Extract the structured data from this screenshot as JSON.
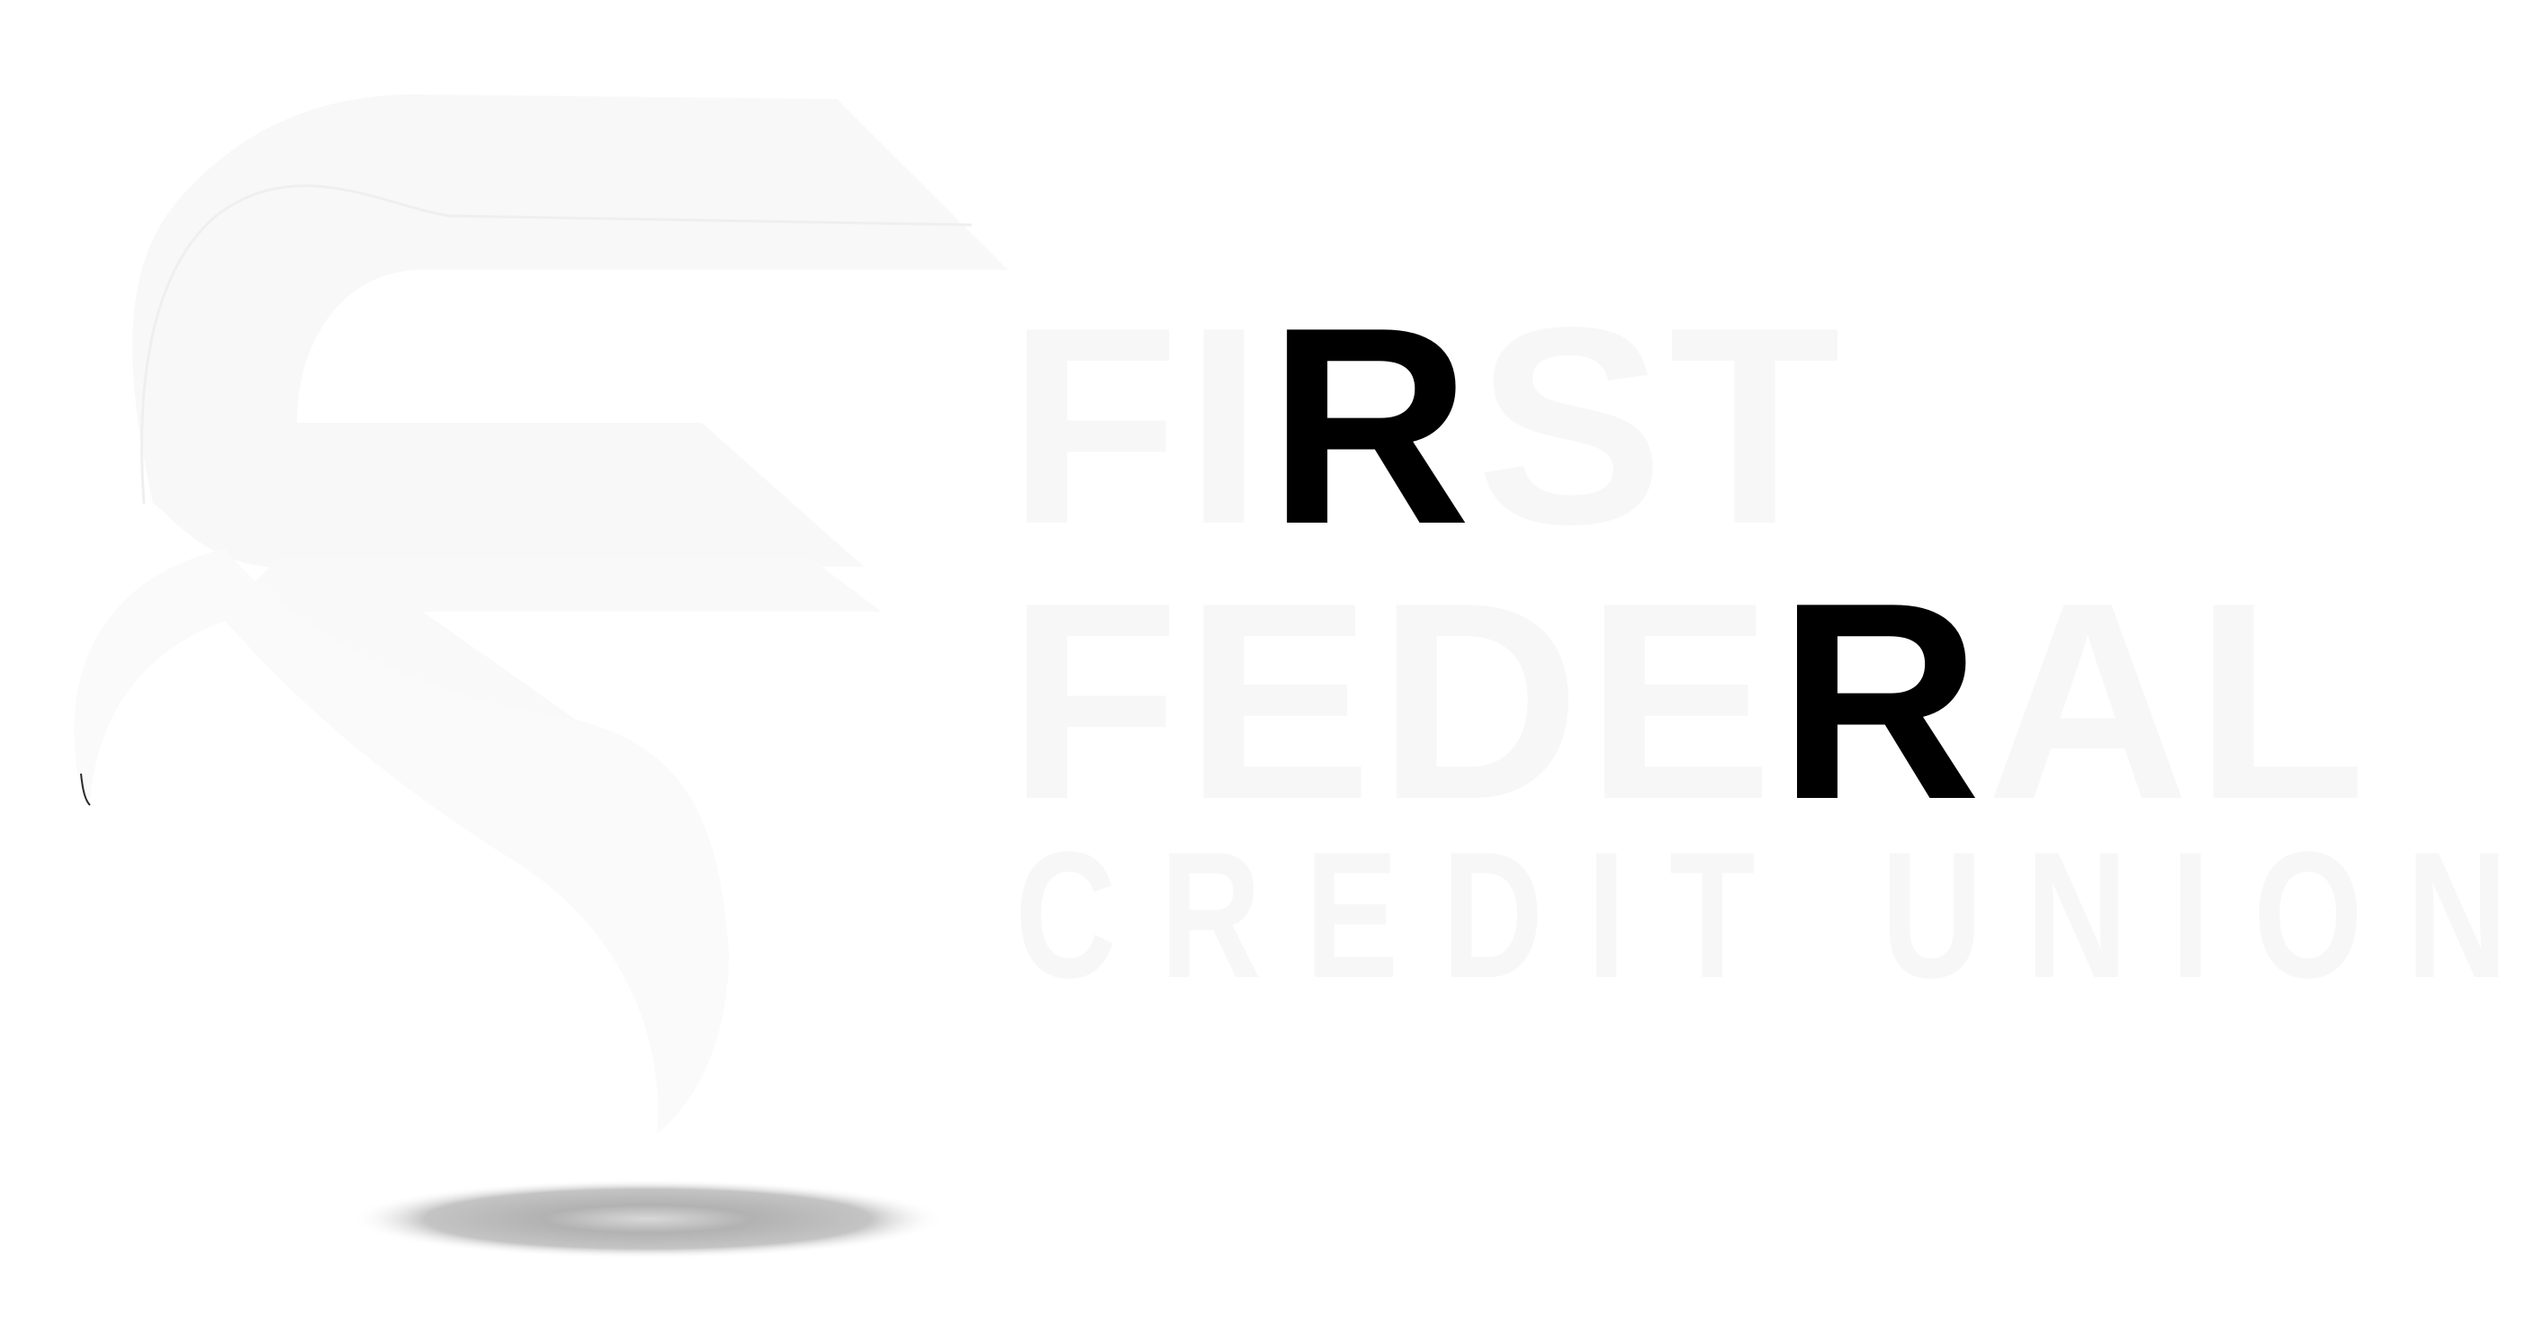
{
  "logo": {
    "line1": [
      "F",
      "I",
      "R",
      "S",
      "T"
    ],
    "line2": [
      "F",
      "E",
      "D",
      "E",
      "R",
      "A",
      "L"
    ],
    "line3": "CREDIT UNION",
    "colors": {
      "background": "#ffffff",
      "faint_letters": "#f7f7f7",
      "highlight_letters": "#000000",
      "swoosh": "#f8f8f8",
      "shadow": "#a8a8a8"
    },
    "highlighted_letters": "R"
  }
}
